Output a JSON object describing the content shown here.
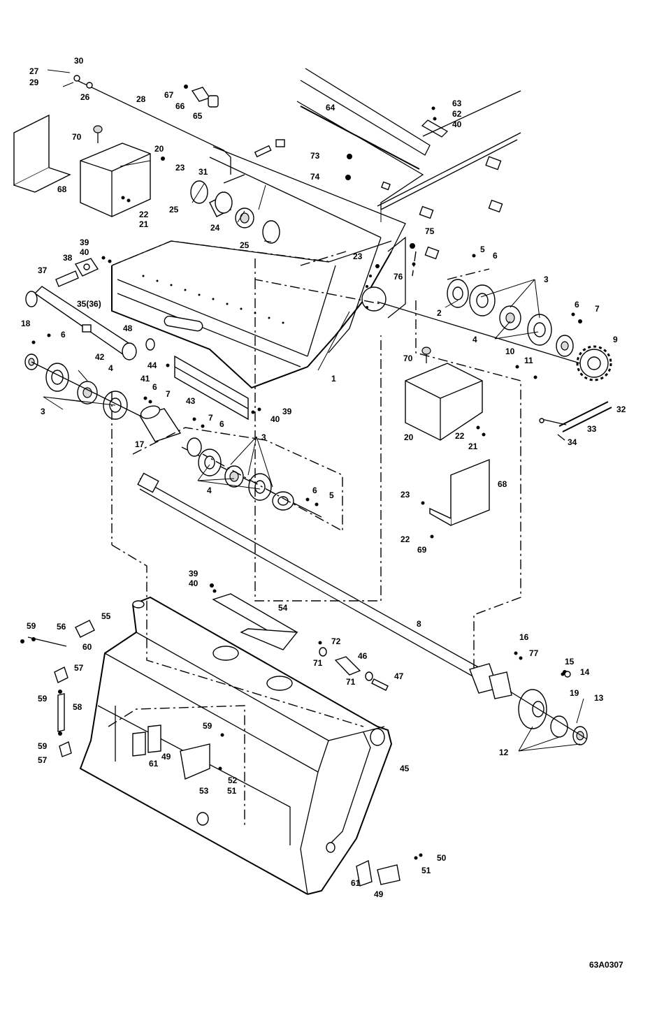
{
  "drawing_ref": "63A0307",
  "labels": {
    "l1": "1",
    "l2": "2",
    "l3a": "3",
    "l3b": "3",
    "l3c": "3",
    "l4a": "4",
    "l4b": "4",
    "l4c": "4",
    "l5a": "5",
    "l5b": "5",
    "l6a": "6",
    "l6b": "6",
    "l6c": "6",
    "l6d": "6",
    "l6e": "6",
    "l6f": "6",
    "l7a": "7",
    "l7b": "7",
    "l7c": "7",
    "l8": "8",
    "l9": "9",
    "l10": "10",
    "l11": "11",
    "l12": "12",
    "l13": "13",
    "l14": "14",
    "l15": "15",
    "l16": "16",
    "l17": "17",
    "l18": "18",
    "l19": "19",
    "l20a": "20",
    "l20b": "20",
    "l21a": "21",
    "l21b": "21",
    "l22a": "22",
    "l22b": "22",
    "l22c": "22",
    "l23a": "23",
    "l23b": "23",
    "l23c": "23",
    "l24": "24",
    "l25a": "25",
    "l25b": "25",
    "l26": "26",
    "l27": "27",
    "l28": "28",
    "l29": "29",
    "l30": "30",
    "l31": "31",
    "l32": "32",
    "l33": "33",
    "l34": "34",
    "l35": "35(36)",
    "l37": "37",
    "l38": "38",
    "l39a": "39",
    "l39b": "39",
    "l39c": "39",
    "l40a": "40",
    "l40b": "40",
    "l40c": "40",
    "l40d": "40",
    "l41": "41",
    "l42": "42",
    "l43": "43",
    "l44": "44",
    "l45": "45",
    "l46": "46",
    "l47": "47",
    "l48": "48",
    "l49a": "49",
    "l49b": "49",
    "l50": "50",
    "l51a": "51",
    "l51b": "51",
    "l52": "52",
    "l53": "53",
    "l54": "54",
    "l55": "55",
    "l56": "56",
    "l57a": "57",
    "l57b": "57",
    "l58": "58",
    "l59a": "59",
    "l59b": "59",
    "l59c": "59",
    "l59d": "59",
    "l60": "60",
    "l61a": "61",
    "l61b": "61",
    "l62": "62",
    "l63": "63",
    "l64": "64",
    "l65": "65",
    "l66": "66",
    "l67": "67",
    "l68a": "68",
    "l68b": "68",
    "l69": "69",
    "l70a": "70",
    "l70b": "70",
    "l71a": "71",
    "l71b": "71",
    "l72": "72",
    "l73": "73",
    "l74": "74",
    "l75": "75",
    "l76": "76",
    "l77": "77"
  }
}
